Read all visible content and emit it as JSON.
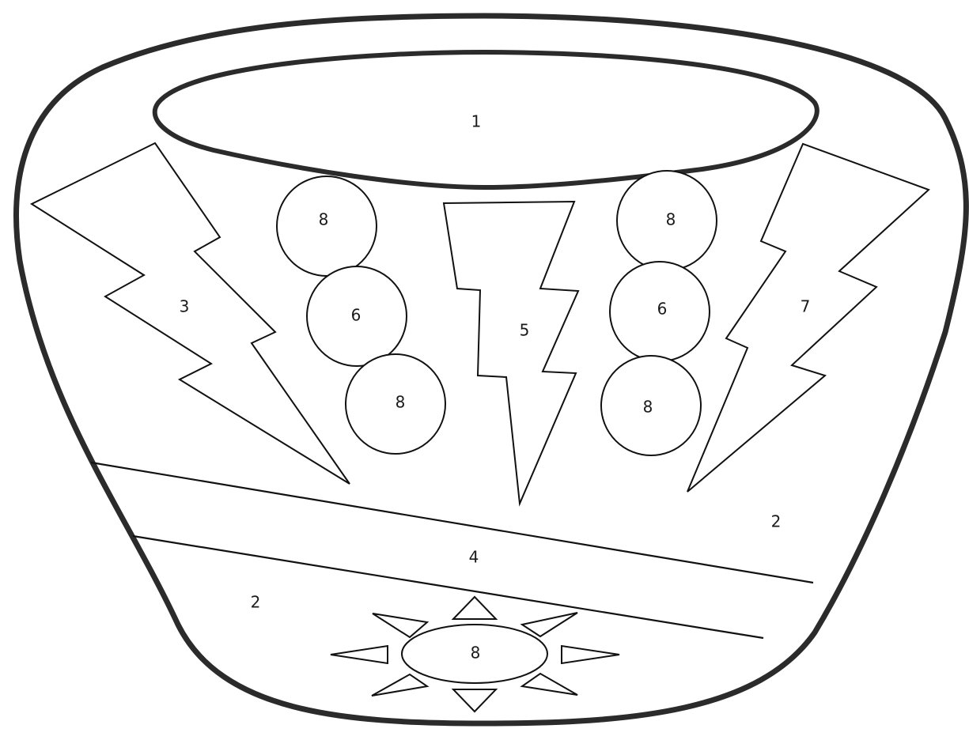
{
  "diagram": {
    "regions": {
      "rim_opening": "1",
      "body_upper_right": "2",
      "body_lower_left": "2",
      "left_lightning": "3",
      "band": "4",
      "center_lightning": "5",
      "right_lightning": "7",
      "left_circle_top": "8",
      "left_circle_middle": "6",
      "left_circle_bottom": "8",
      "right_circle_top": "8",
      "right_circle_middle": "6",
      "right_circle_bottom": "8",
      "sun_center": "8"
    }
  }
}
